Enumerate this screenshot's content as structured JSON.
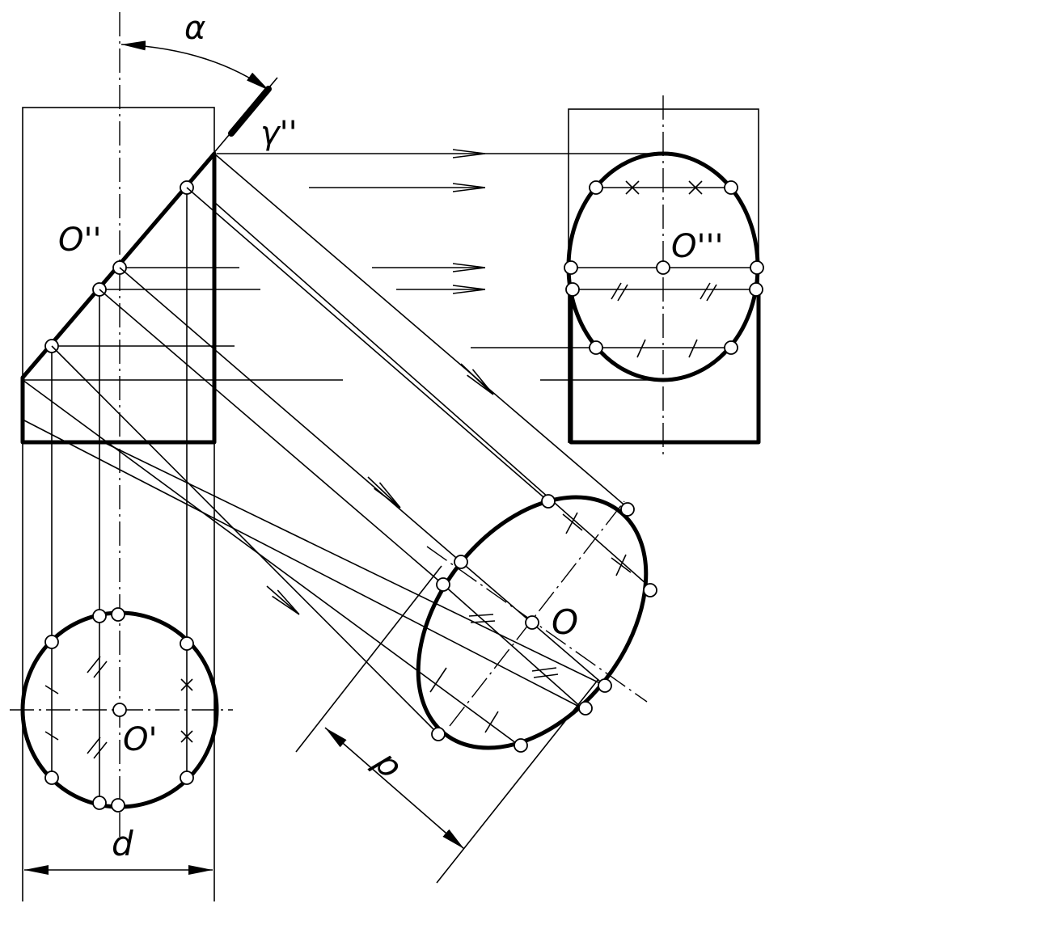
{
  "labels": {
    "alpha": "α",
    "gamma": "γ''",
    "o_front": "O''",
    "o_side": "O'''",
    "o_top": "O'",
    "o_true": "O",
    "d_bottom": "d",
    "d_rotated": "d"
  }
}
